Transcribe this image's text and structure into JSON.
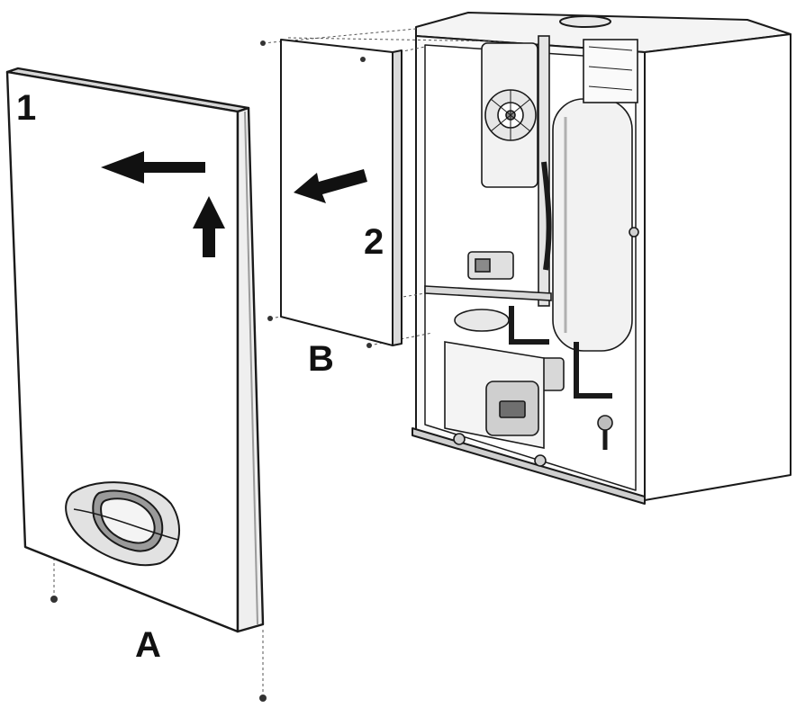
{
  "labels": {
    "step_1": "1",
    "step_2": "2",
    "panel_a": "A",
    "panel_b": "B"
  },
  "colors": {
    "line": "#1a1a1a",
    "arrow": "#111111",
    "panel_fill": "#ffffff",
    "shade": "#d9d9d9",
    "dark_shade": "#8a8a8a"
  }
}
